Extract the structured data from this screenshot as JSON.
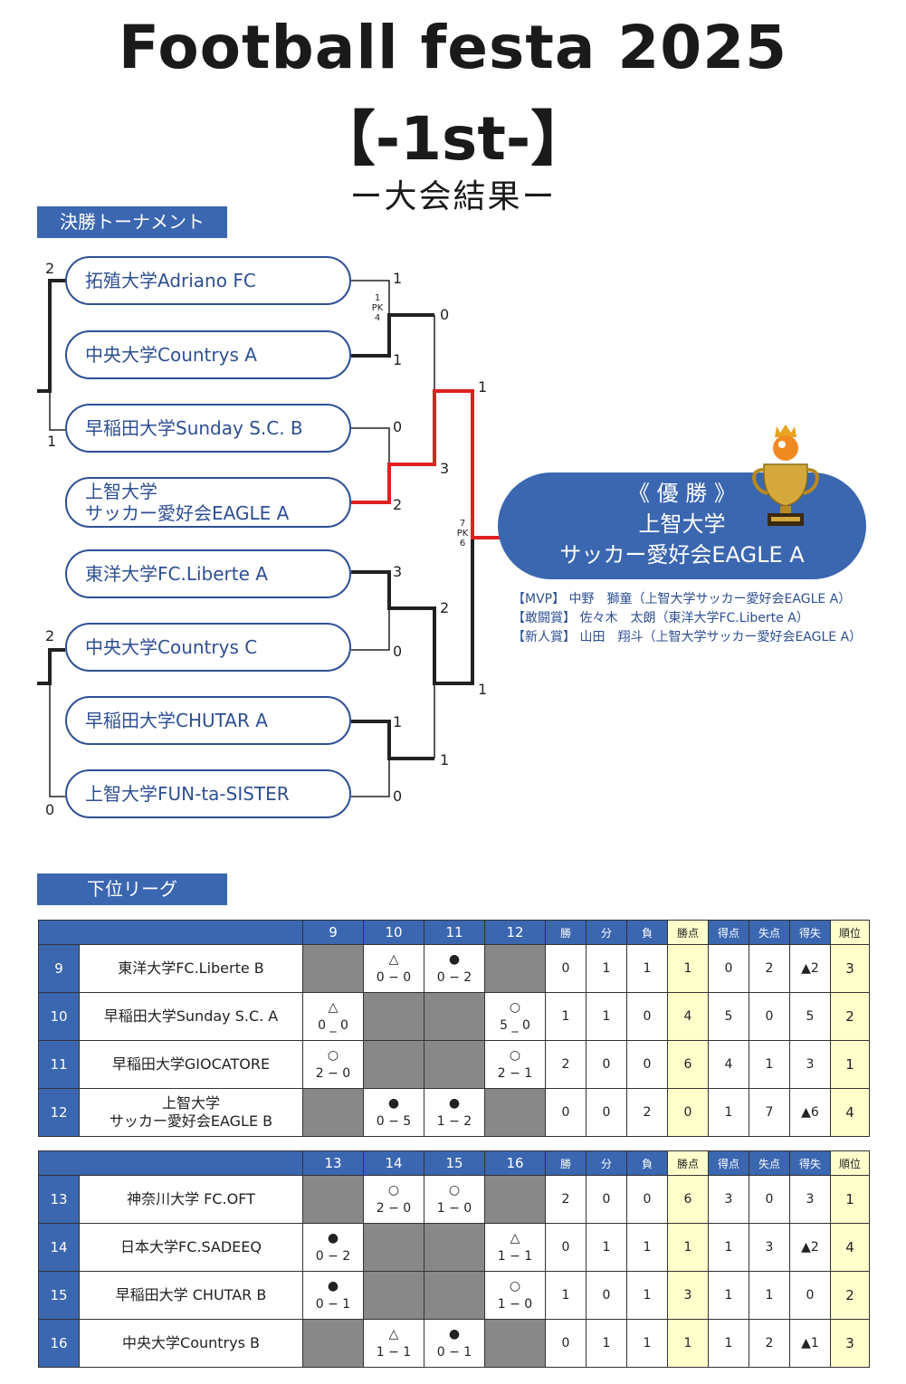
{
  "header": {
    "title": "Football festa 2025",
    "subtitle": "【-1st-】",
    "caption": "ー大会結果ー"
  },
  "sections": {
    "final": "決勝トーナメント",
    "lower": "下位リーグ"
  },
  "teams": [
    "拓殖大学Adriano FC",
    "中央大学Countrys A",
    "早稲田大学Sunday S.C. B",
    "上智大学\nサッカー愛好会EAGLE A",
    "東洋大学FC.Liberte A",
    "中央大学Countrys C",
    "早稲田大学CHUTAR A",
    "上智大学FUN-ta-SISTER"
  ],
  "scores": {
    "s1": "2",
    "s2": "1",
    "s3": "1",
    "s4": "1",
    "s5": "0",
    "s6": "0",
    "s7": "1",
    "s8": "0",
    "s9": "2",
    "s10": "3",
    "s11": "1",
    "s12": "3",
    "s13": "2",
    "s14": "0",
    "s15": "2",
    "s16": "1",
    "s17": "1",
    "s18": "1",
    "s19": "0",
    "s20": "0",
    "pk1a": "1",
    "pk1b": "PK",
    "pk1c": "4",
    "pk2a": "7",
    "pk2b": "PK",
    "pk2c": "6"
  },
  "champion": {
    "label": "《 優 勝 》",
    "name": "上智大学\nサッカー愛好会EAGLE A"
  },
  "awards": [
    "【MVP】 中野　獅童（上智大学サッカー愛好会EAGLE A）",
    "【敢闘賞】 佐々木　太朗（東洋大学FC.Liberte A）",
    "【新人賞】 山田　翔斗（上智大学サッカー愛好会EAGLE A）"
  ],
  "stat_headers": [
    "勝",
    "分",
    "負",
    "勝点",
    "得点",
    "失点",
    "得失",
    "順位"
  ],
  "league1": {
    "cols": [
      "9",
      "10",
      "11",
      "12"
    ],
    "rows": [
      {
        "num": "9",
        "name": "東洋大学FC.Liberte B",
        "res": [
          "",
          "△\n0 − 0",
          "●\n0 − 2",
          ""
        ],
        "stats": [
          "0",
          "1",
          "1",
          "1",
          "0",
          "2",
          "▲2",
          "3"
        ]
      },
      {
        "num": "10",
        "name": "早稲田大学Sunday S.C. A",
        "res": [
          "△\n0 _ 0",
          "",
          "",
          "○\n5 _ 0"
        ],
        "stats": [
          "1",
          "1",
          "0",
          "4",
          "5",
          "0",
          "5",
          "2"
        ]
      },
      {
        "num": "11",
        "name": "早稲田大学GIOCATORE",
        "res": [
          "○\n2 − 0",
          "",
          "",
          "○\n2 − 1"
        ],
        "stats": [
          "2",
          "0",
          "0",
          "6",
          "4",
          "1",
          "3",
          "1"
        ]
      },
      {
        "num": "12",
        "name": "上智大学\nサッカー愛好会EAGLE B",
        "res": [
          "",
          "●\n0 − 5",
          "●\n1 − 2",
          ""
        ],
        "stats": [
          "0",
          "0",
          "2",
          "0",
          "1",
          "7",
          "▲6",
          "4"
        ]
      }
    ]
  },
  "league2": {
    "cols": [
      "13",
      "14",
      "15",
      "16"
    ],
    "rows": [
      {
        "num": "13",
        "name": "神奈川大学 FC.OFT",
        "res": [
          "",
          "○\n2 − 0",
          "○\n1 − 0",
          ""
        ],
        "stats": [
          "2",
          "0",
          "0",
          "6",
          "3",
          "0",
          "3",
          "1"
        ]
      },
      {
        "num": "14",
        "name": "日本大学FC.SADEEQ",
        "res": [
          "●\n0 − 2",
          "",
          "",
          "△\n1 − 1"
        ],
        "stats": [
          "0",
          "1",
          "1",
          "1",
          "1",
          "3",
          "▲2",
          "4"
        ]
      },
      {
        "num": "15",
        "name": "早稲田大学 CHUTAR B",
        "res": [
          "●\n0 − 1",
          "",
          "",
          "○\n1 − 0"
        ],
        "stats": [
          "1",
          "0",
          "1",
          "3",
          "1",
          "1",
          "0",
          "2"
        ]
      },
      {
        "num": "16",
        "name": "中央大学Countrys B",
        "res": [
          "",
          "△\n1 − 1",
          "●\n0 − 1",
          ""
        ],
        "stats": [
          "0",
          "1",
          "1",
          "1",
          "1",
          "2",
          "▲1",
          "3"
        ]
      }
    ]
  }
}
